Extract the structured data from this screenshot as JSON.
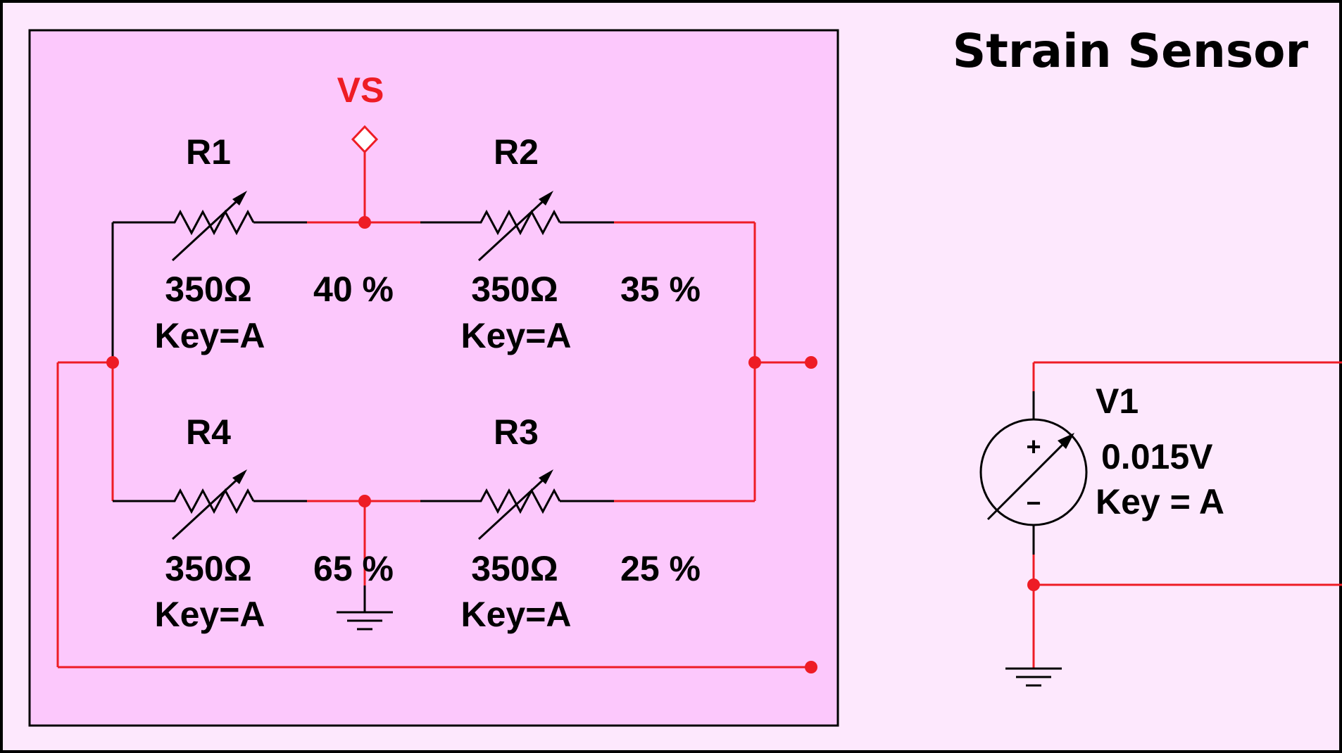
{
  "title": "Strain Sensor",
  "colors": {
    "page_bg": "#fde8fd",
    "bridge_bg": "#fcc8fc",
    "wire_red": "#ee1c25",
    "wire_black": "#000000"
  },
  "probe": {
    "label": "VS"
  },
  "resistors": [
    {
      "name": "R1",
      "value": "350Ω",
      "key": "Key=A",
      "setting": "40 %"
    },
    {
      "name": "R2",
      "value": "350Ω",
      "key": "Key=A",
      "setting": "35 %"
    },
    {
      "name": "R4",
      "value": "350Ω",
      "key": "Key=A",
      "setting": "65 %"
    },
    {
      "name": "R3",
      "value": "350Ω",
      "key": "Key=A",
      "setting": "25 %"
    }
  ],
  "source": {
    "name": "V1",
    "value": "0.015V",
    "key": "Key = A",
    "plus": "+",
    "minus": "−"
  }
}
